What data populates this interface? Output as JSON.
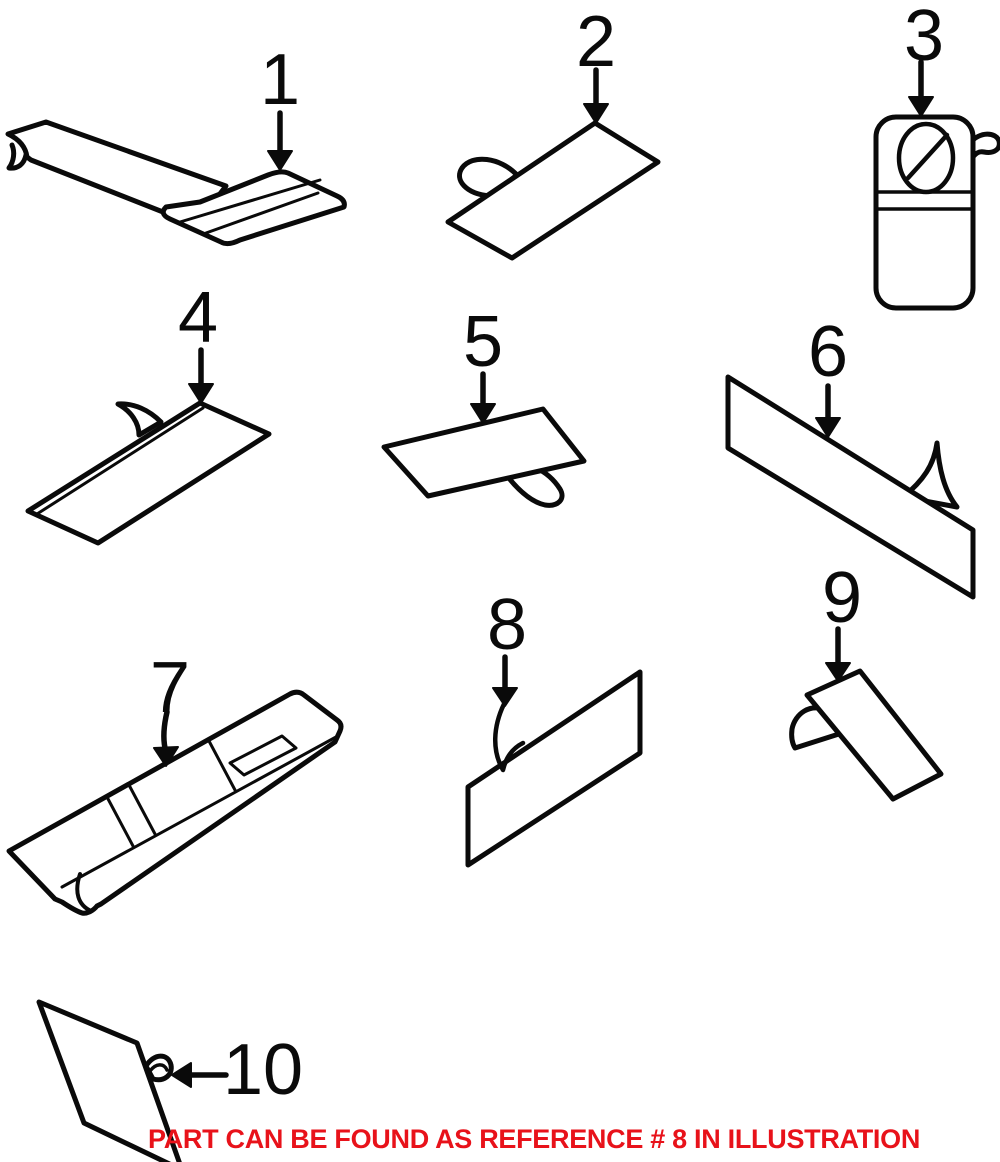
{
  "page": {
    "background": "#ffffff",
    "ink_color": "#0a0a0a"
  },
  "note": {
    "text": "PART CAN BE FOUND AS REFERENCE # 8 IN ILLUSTRATION",
    "color": "#e8121a"
  },
  "callouts": [
    {
      "label": "1",
      "shape": "strip-label-with-ribbon-backing-and-striped-tag"
    },
    {
      "label": "2",
      "shape": "rectangular-label-with-corner-peel-tab"
    },
    {
      "label": "3",
      "shape": "vertical-label-with-crossed-oval-and-band"
    },
    {
      "label": "4",
      "shape": "rectangular-label-with-lifted-corner-fin"
    },
    {
      "label": "5",
      "shape": "rectangular-label-with-bottom-peel-tab"
    },
    {
      "label": "6",
      "shape": "long-band-label-with-peel-sliver"
    },
    {
      "label": "7",
      "shape": "segmented-strip-label-with-curled-corner"
    },
    {
      "label": "8",
      "shape": "rectangular-label-with-peel-curl-at-arrow"
    },
    {
      "label": "9",
      "shape": "small-tilted-label-with-side-flap"
    },
    {
      "label": "10",
      "shape": "rectangular-label-with-edge-curl"
    }
  ]
}
